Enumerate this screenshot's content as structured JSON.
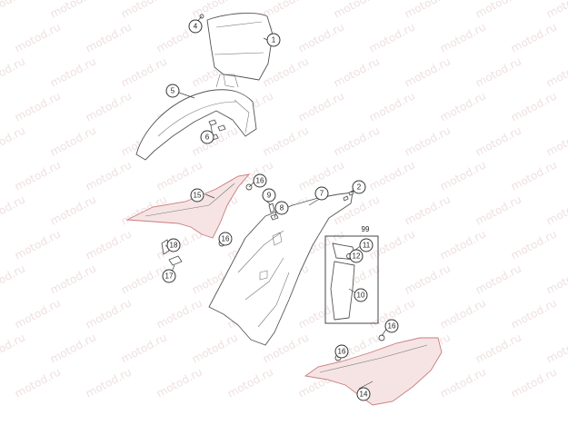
{
  "watermark": "motod.ru",
  "callouts": [
    "1",
    "2",
    "4",
    "5",
    "6",
    "7",
    "8",
    "9",
    "10",
    "11",
    "12",
    "14",
    "15",
    "16",
    "16",
    "16",
    "16",
    "17",
    "18"
  ],
  "group_label": "99",
  "colors": {
    "line": "#555555",
    "watermark": "#e2c7c7",
    "accent_part": "#c97c7c"
  }
}
